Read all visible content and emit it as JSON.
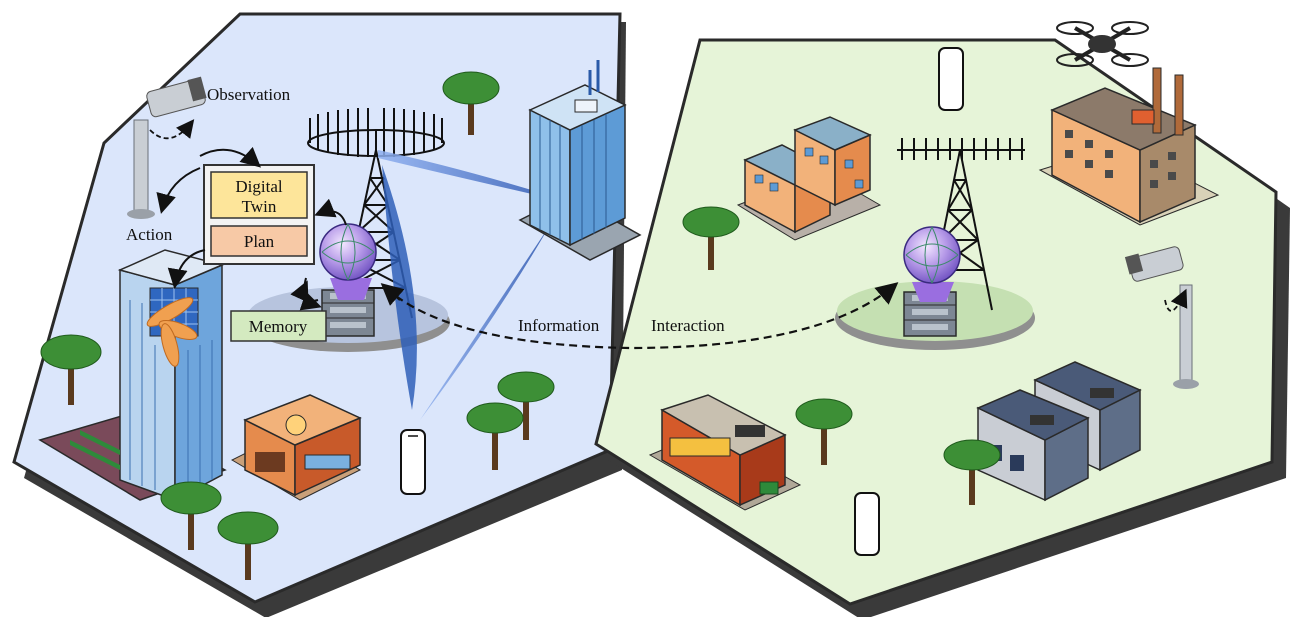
{
  "labels": {
    "observation": "Observation",
    "action": "Action",
    "digital_twin_line1": "Digital",
    "digital_twin_line2": "Twin",
    "plan": "Plan",
    "memory": "Memory",
    "information": "Information",
    "interaction": "Interaction"
  },
  "colors": {
    "left_ground": "#dbe6fb",
    "right_ground": "#e6f4d8",
    "ground_edge": "#2a2a2a",
    "digital_twin_box": "#fde59a",
    "plan_box": "#f7c9a6",
    "memory_box": "#d4eac0",
    "beam": "#3a66c4",
    "tree_leaf": "#3d8f36",
    "building_blue": "#4b82c4",
    "building_orange": "#e58b4d"
  },
  "icons": [
    "cctv-camera-icon",
    "cell-tower-icon",
    "ai-globe-icon",
    "server-icon",
    "smartphone-icon",
    "drone-icon",
    "tree-icon",
    "skyscraper-icon",
    "factory-icon",
    "apartment-icon",
    "shop-icon",
    "warehouse-icon"
  ]
}
